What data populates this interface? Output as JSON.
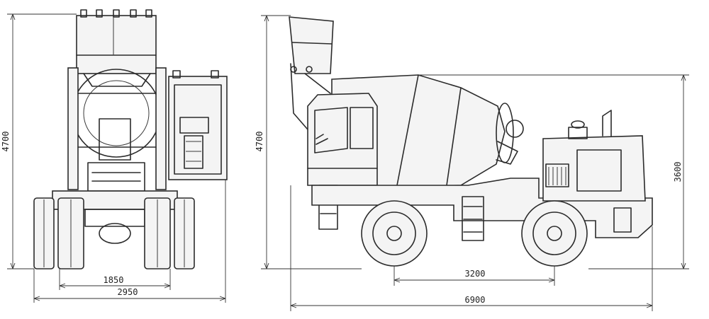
{
  "dimensions": {
    "front_height": "4700",
    "track_width": "1850",
    "overall_width": "2950",
    "side_height": "4700",
    "wheelbase": "3200",
    "overall_length": "6900",
    "cab_height": "3600"
  }
}
